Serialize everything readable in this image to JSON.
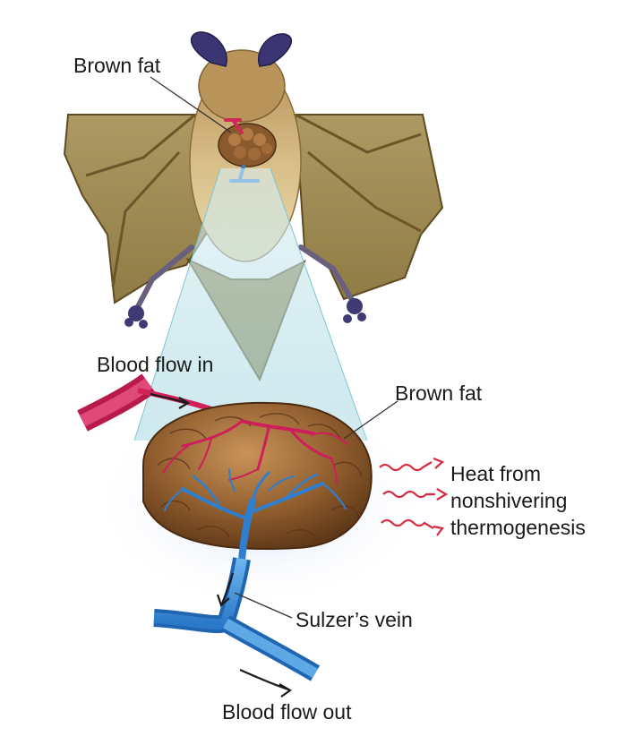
{
  "labels": {
    "brown_fat_top": "Brown fat",
    "blood_flow_in": "Blood flow in",
    "brown_fat_right": "Brown fat",
    "heat_line1": "Heat from",
    "heat_line2": "nonshivering",
    "heat_line3": "thermogenesis",
    "vein": "Sulzer’s vein",
    "blood_flow_out": "Blood flow out"
  },
  "colors": {
    "wing": "#a08a4e",
    "wing_dark": "#6e5a2e",
    "fur": "#c8a56a",
    "fur_belly": "#e6d3a0",
    "ears": "#3a356e",
    "fat": "#8a5a2e",
    "fat_light": "#b9834c",
    "artery": "#d0215a",
    "vein": "#2e7fd0",
    "vein_light": "#6fb2ea",
    "heat_arrows": "#d42b3f",
    "beam": "#bfe3ea"
  }
}
